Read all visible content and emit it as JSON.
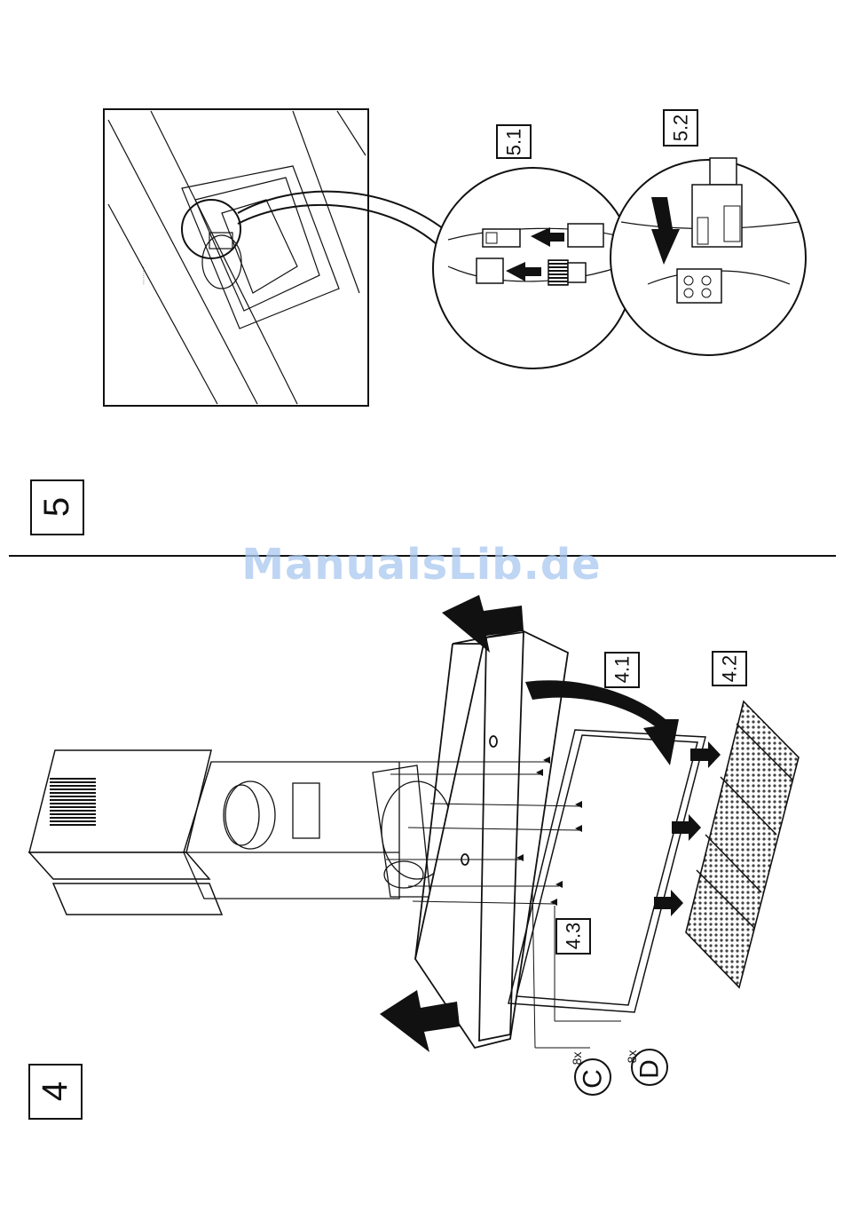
{
  "watermark": "ManualsLib.de",
  "step5": {
    "number": "5",
    "sub1": "5.1",
    "sub2": "5.2"
  },
  "step4": {
    "number": "4",
    "sub1": "4.1",
    "sub2": "4.2",
    "sub3": "4.3",
    "screw_c": {
      "letter": "C",
      "count": "8x"
    },
    "screw_d": {
      "letter": "D",
      "count": "8x"
    }
  },
  "colors": {
    "line": "#111111",
    "watermark": "#a9c8ef"
  }
}
